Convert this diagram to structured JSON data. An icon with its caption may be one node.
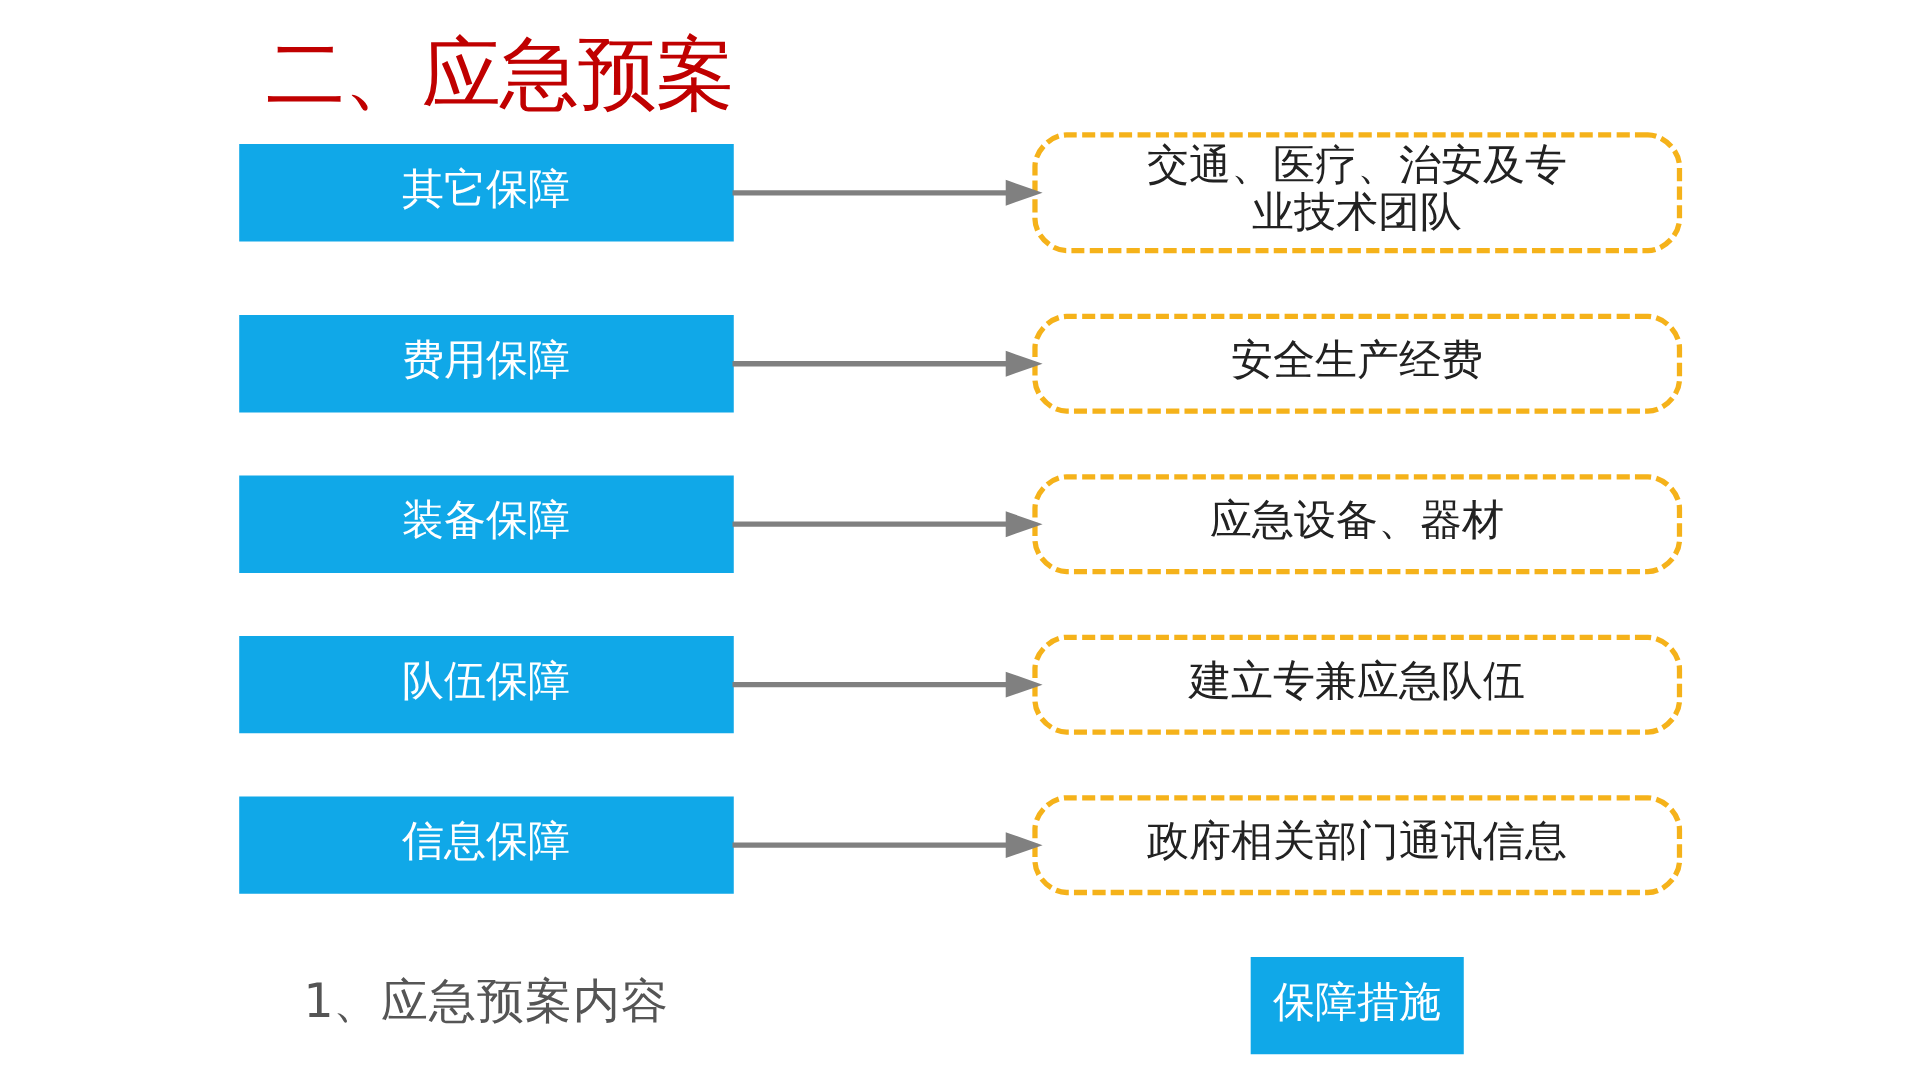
{
  "diagram": {
    "title": "二、应急预案",
    "nodes": [
      {
        "text": [
          "保障措施"
        ]
      },
      {
        "text": [
          "信息保障"
        ]
      },
      {
        "text": [
          "政府相关部门通讯信息"
        ]
      },
      {
        "text": [
          "队伍保障"
        ]
      },
      {
        "text": [
          "建立专兼应急队伍"
        ]
      },
      {
        "text": [
          "装备保障"
        ]
      },
      {
        "text": [
          "应急设备、器材"
        ]
      },
      {
        "text": [
          "费用保障"
        ]
      },
      {
        "text": [
          "安全生产经费"
        ]
      },
      {
        "text": [
          "其它保障"
        ]
      },
      {
        "text": [
          "交通、医疗、治安及专业技术团队"
        ]
      }
    ],
    "edges": [
      {
        "from": 1,
        "to": 2,
        "arrow": "to"
      },
      {
        "from": 3,
        "to": 4,
        "arrow": "to"
      },
      {
        "from": 5,
        "to": 6,
        "arrow": "to"
      },
      {
        "from": 7,
        "to": 8,
        "arrow": "to"
      },
      {
        "from": 9,
        "to": 10,
        "arrow": "to"
      }
    ],
    "labels": [
      "1、应急预案内容"
    ]
  }
}
